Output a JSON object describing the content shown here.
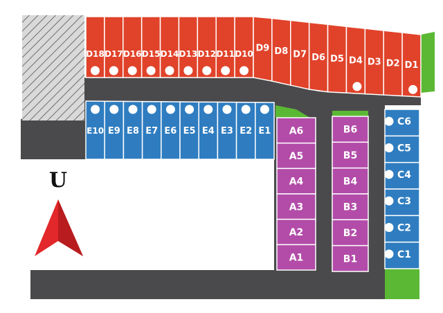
{
  "map": {
    "compass_letter": "U",
    "colors": {
      "road": "#4a4a4c",
      "row_d": "#e0432a",
      "row_e": "#2f7dc0",
      "row_c": "#2f7dc0",
      "rows_ab": "#b24ca8",
      "green": "#5bb834",
      "arrow": "#e2282a",
      "hatch": "#8a8a8a",
      "stroke": "#ffffff"
    },
    "row_d": [
      "D18",
      "D17",
      "D16",
      "D15",
      "D14",
      "D13",
      "D12",
      "D11",
      "D10",
      "D9",
      "D8",
      "D7",
      "D6",
      "D5",
      "D4",
      "D3",
      "D2",
      "D1"
    ],
    "row_e": [
      "E10",
      "E9",
      "E8",
      "E7",
      "E6",
      "E5",
      "E4",
      "E3",
      "E2",
      "E1"
    ],
    "row_a": [
      "A6",
      "A5",
      "A4",
      "A3",
      "A2",
      "A1"
    ],
    "row_b": [
      "B6",
      "B5",
      "B4",
      "B3",
      "B2",
      "B1"
    ],
    "row_c": [
      "C6",
      "C5",
      "C4",
      "C3",
      "C2",
      "C1"
    ]
  }
}
